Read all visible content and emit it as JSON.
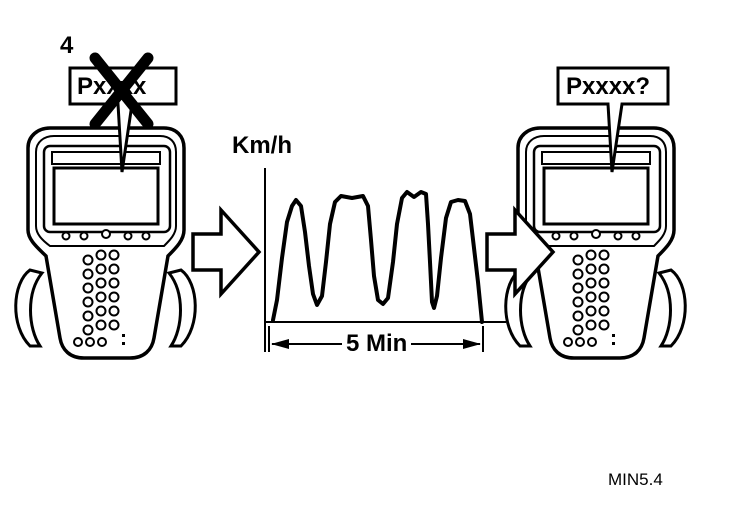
{
  "figure": {
    "step_number": "4",
    "reference_code": "MIN5.4"
  },
  "left_scan_tool": {
    "callout_text": "Pxxxx",
    "status": "crossed-out"
  },
  "right_scan_tool": {
    "callout_text": "Pxxxx?"
  },
  "drive_cycle_graph": {
    "y_axis_label": "Km/h",
    "duration_label": "5 Min"
  },
  "icons": {
    "tool": "handheld-scan-tool-icon",
    "arrow": "flow-arrow-icon",
    "cross": "cross-out-icon"
  },
  "colors": {
    "ink": "#000000",
    "paper": "#ffffff"
  }
}
